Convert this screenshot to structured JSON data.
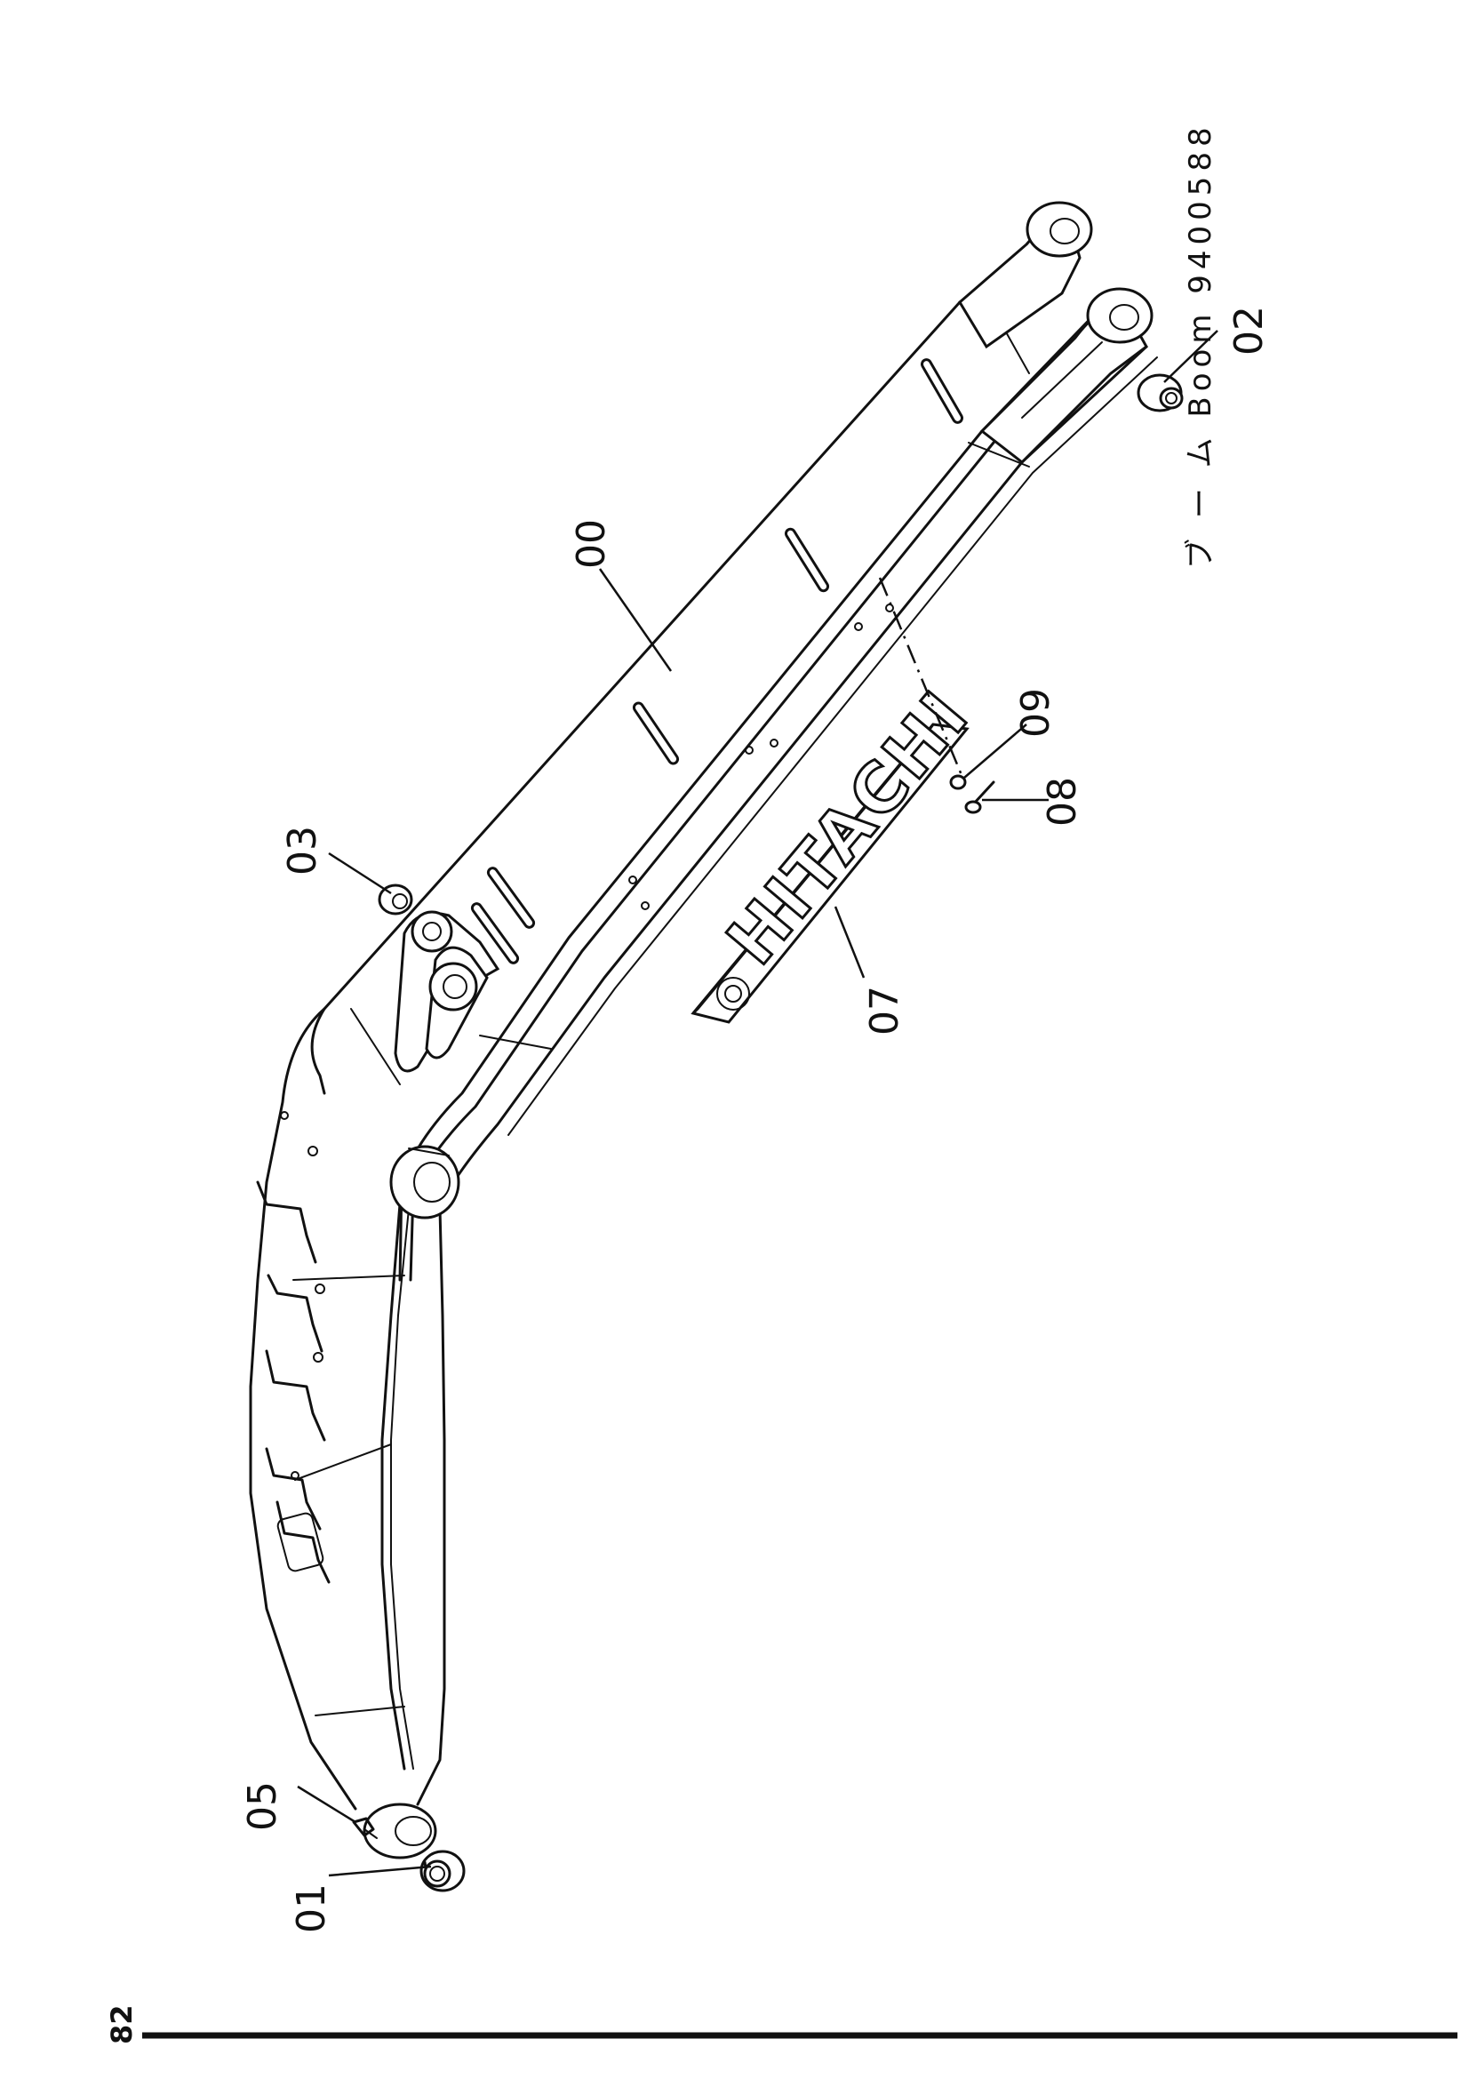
{
  "header": {
    "title": "ブ ー ム Boom 9400588"
  },
  "page_number": "82",
  "callouts": {
    "c00": "00",
    "c01": "01",
    "c02": "02",
    "c03": "03",
    "c05": "05",
    "c07": "07",
    "c08": "08",
    "c09": "09"
  },
  "nameplate": {
    "text": "HITACHI"
  }
}
